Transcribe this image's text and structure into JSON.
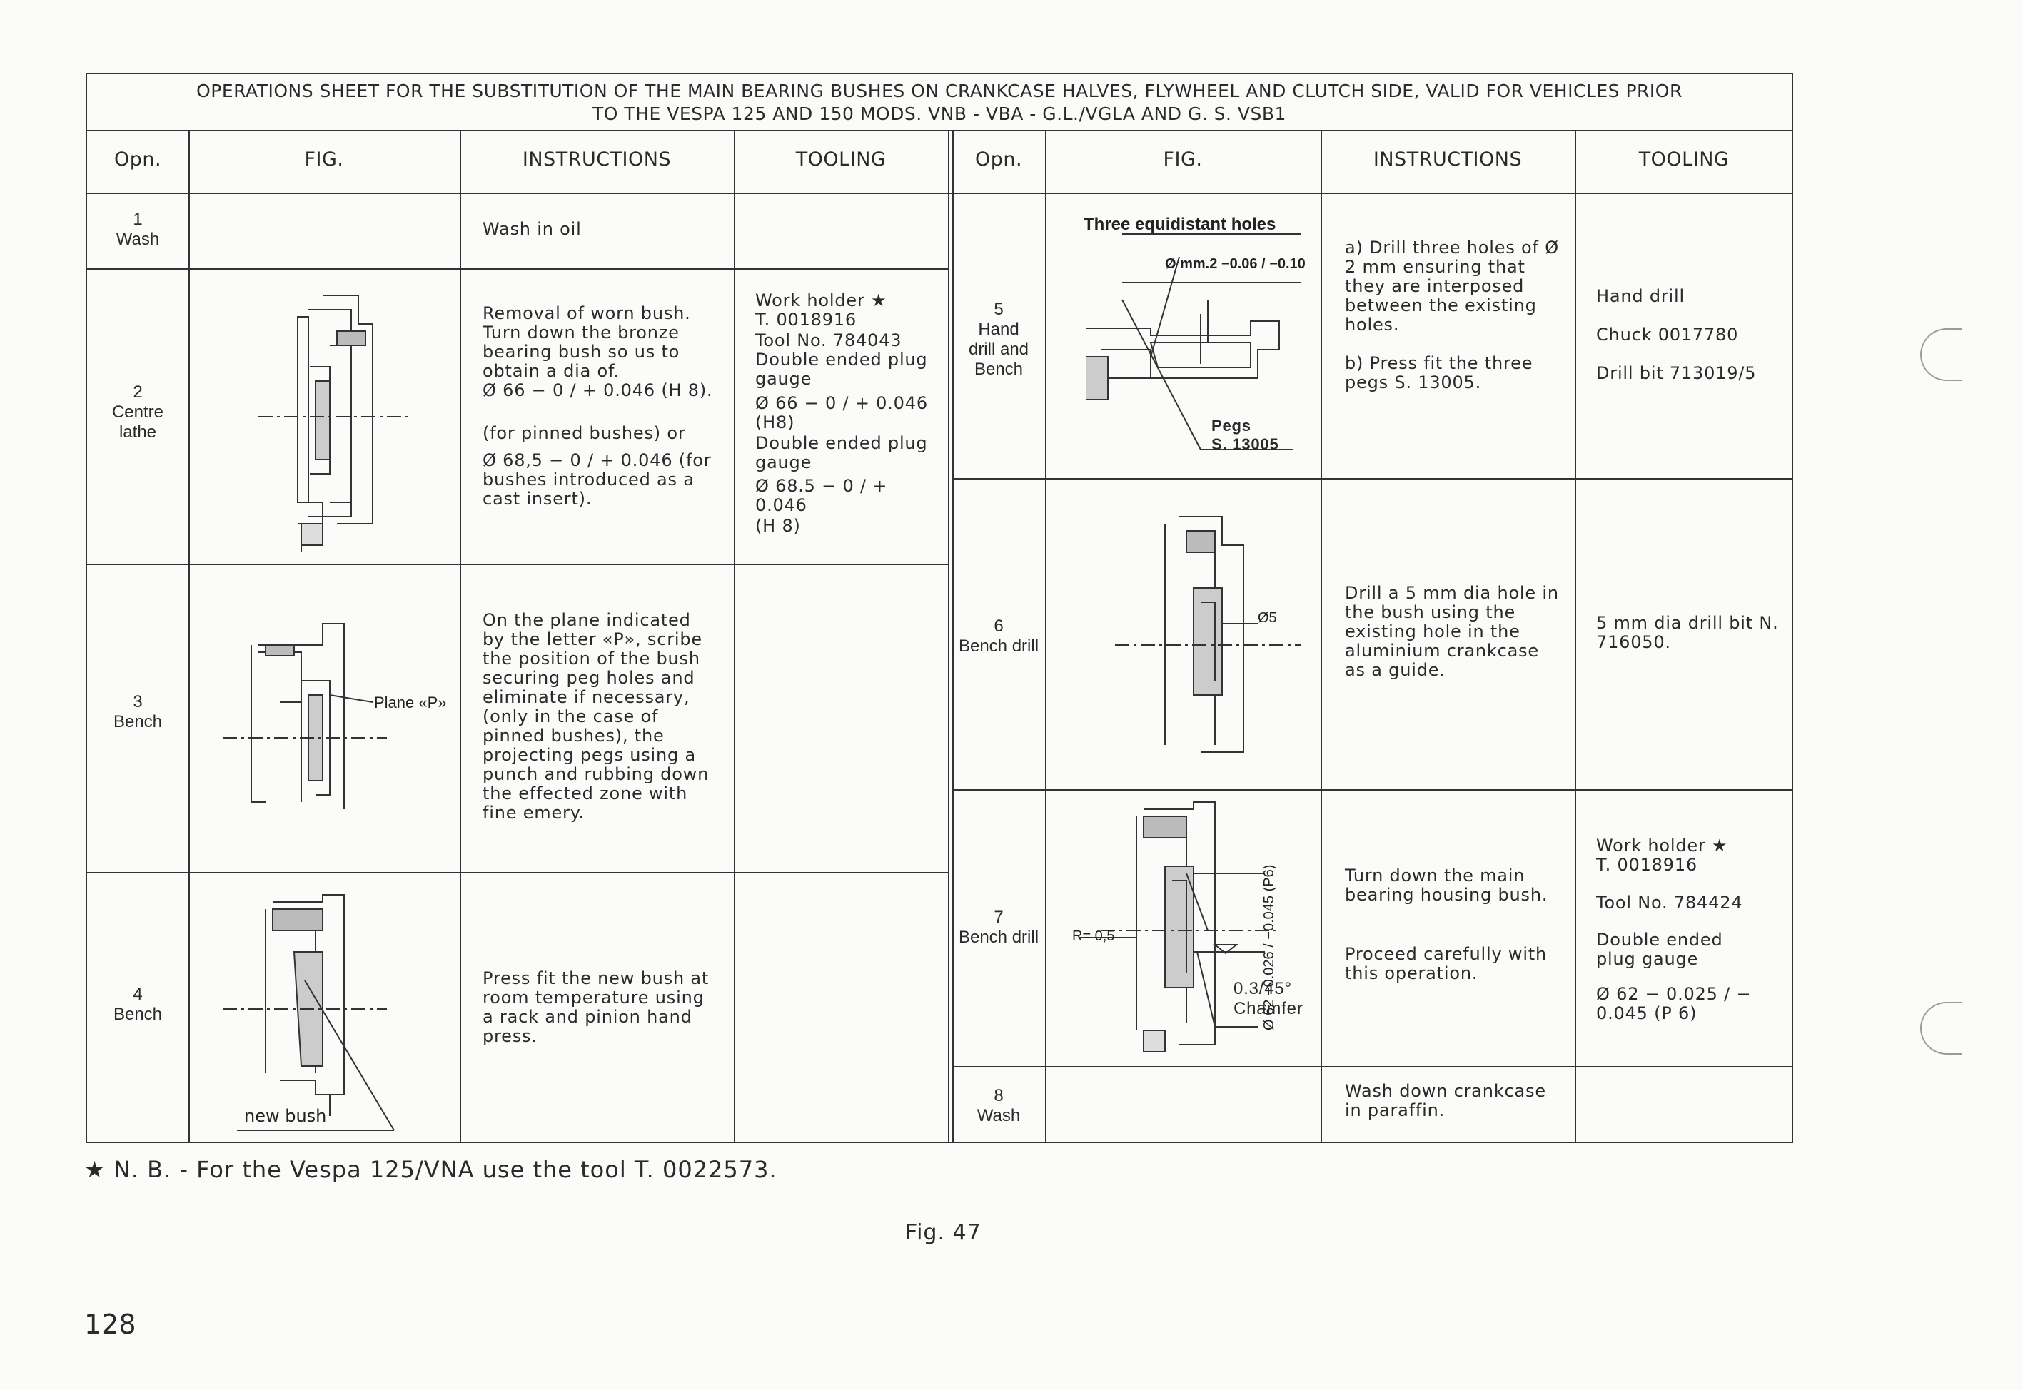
{
  "title_line1": "OPERATIONS SHEET FOR THE SUBSTITUTION OF THE MAIN BEARING BUSHES ON CRANKCASE HALVES, FLYWHEEL AND  CLUTCH SIDE, VALID FOR VEHICLES PRIOR",
  "title_line2": "TO THE VESPA 125 AND 150 MODS. VNB - VBA - G.L./VGLA AND G. S. VSB1",
  "headers": {
    "opn": "Opn.",
    "fig": "FIG.",
    "instructions": "INSTRUCTIONS",
    "tooling": "TOOLING"
  },
  "left_rows": [
    {
      "opn": "1\nWash",
      "instructions": "Wash in oil",
      "tooling": ""
    },
    {
      "opn": "2\nCentre\nlathe",
      "instructions_a": "Removal of worn bush. Turn down the bronze bearing bush so us to obtain a dia of.",
      "instructions_b": "Ø 66 − 0 / + 0.046 (H 8).",
      "instructions_c": "(for pinned bushes) or",
      "instructions_d": "Ø 68,5 − 0 / + 0.046 (for bushes introduced as a cast insert).",
      "tooling_a": "Work holder ★\nT. 0018916",
      "tooling_b": "Tool No. 784043\nDouble ended plug gauge",
      "tooling_c": "Ø 66 − 0 / + 0.046 (H8)",
      "tooling_d": "Double ended plug gauge",
      "tooling_e": "Ø 68.5 − 0 / + 0.046",
      "tooling_f": "(H 8)"
    },
    {
      "opn": "3\nBench",
      "instructions": "On the plane indicated by the letter «P», scribe the position of the bush securing peg holes and eliminate if necessary, (only in the case of pinned bushes), the projecting pegs using a punch and rubbing down the effected zone with fine emery.",
      "fig_label": "Plane «P»"
    },
    {
      "opn": "4\nBench",
      "instructions": "Press fit the new bush at room temperature using a rack and pinion hand press.",
      "fig_label": "new bush"
    }
  ],
  "right_rows": [
    {
      "opn": "5\nHand\ndrill and\nBench",
      "fig_title": "Three equidistant holes",
      "fig_dim": "Ø mm.2 −0.06 / −0.10",
      "fig_pegs": "Pegs\nS. 13005",
      "instructions_a": "a) Drill three holes of Ø 2 mm ensuring that they are interposed between the existing holes.",
      "instructions_b": "b) Press fit the three pegs S. 13005.",
      "tooling_a": "Hand drill",
      "tooling_b": "Chuck 0017780",
      "tooling_c": "Drill bit 713019/5"
    },
    {
      "opn": "6\nBench drill",
      "fig_label": "Ø5",
      "instructions": "Drill a 5 mm dia hole in the bush using the existing hole in the aluminium crankcase as a guide.",
      "tooling": "5 mm dia drill bit N. 716050."
    },
    {
      "opn": "7\nBench drill",
      "fig_r": "R= 0,5",
      "fig_dim": "Ø 62 −0.026 / −0.045 (P6)",
      "fig_chamfer": "0.3/45°\nChamfer",
      "instructions_a": "Turn down the main bearing housing bush.",
      "instructions_b": "Proceed carefully with this operation.",
      "tooling_a": "Work holder ★\nT. 0018916",
      "tooling_b": "Tool No. 784424",
      "tooling_c": "Double ended\nplug gauge",
      "tooling_d": "Ø 62 − 0.025 / − 0.045 (P 6)"
    },
    {
      "opn": "8\nWash",
      "instructions": "Wash down crankcase in paraffin."
    }
  ],
  "footnote": "★  N. B.  -  For the Vespa 125/VNA use the tool T. 0022573.",
  "figure_caption": "Fig. 47",
  "page_number": "128"
}
